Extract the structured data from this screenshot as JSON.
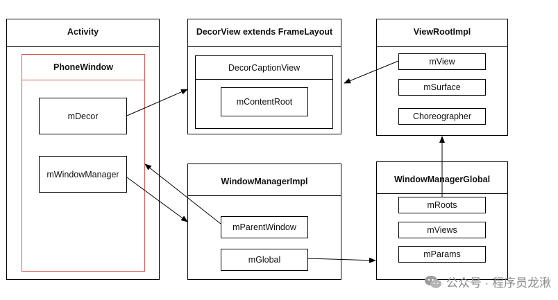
{
  "boxes": {
    "activity": {
      "title": "Activity"
    },
    "phone_window": {
      "title": "PhoneWindow"
    },
    "m_decor": "mDecor",
    "m_window_manager": "mWindowManager",
    "decor_view": {
      "title": "DecorView extends FrameLayout"
    },
    "decor_caption_view": "DecorCaptionView",
    "m_content_root": "mContentRoot",
    "view_root_impl": {
      "title": "ViewRootImpl"
    },
    "m_view": "mView",
    "m_surface": "mSurface",
    "choreographer": "Choreographer",
    "window_manager_impl": {
      "title": "WindowManagerImpl"
    },
    "m_parent_window": "mParentWindow",
    "m_global": "mGlobal",
    "window_manager_global": {
      "title": "WindowManagerGlobal"
    },
    "m_roots": "mRoots",
    "m_views": "mViews",
    "m_params": "mParams"
  },
  "watermark": {
    "text": "公众号 · 程序员龙湫",
    "logo_icon": "wechat-logo-icon"
  },
  "colors": {
    "line": "#000000",
    "phone_window_border": "#d9534f",
    "watermark": "#8a8a8a"
  }
}
